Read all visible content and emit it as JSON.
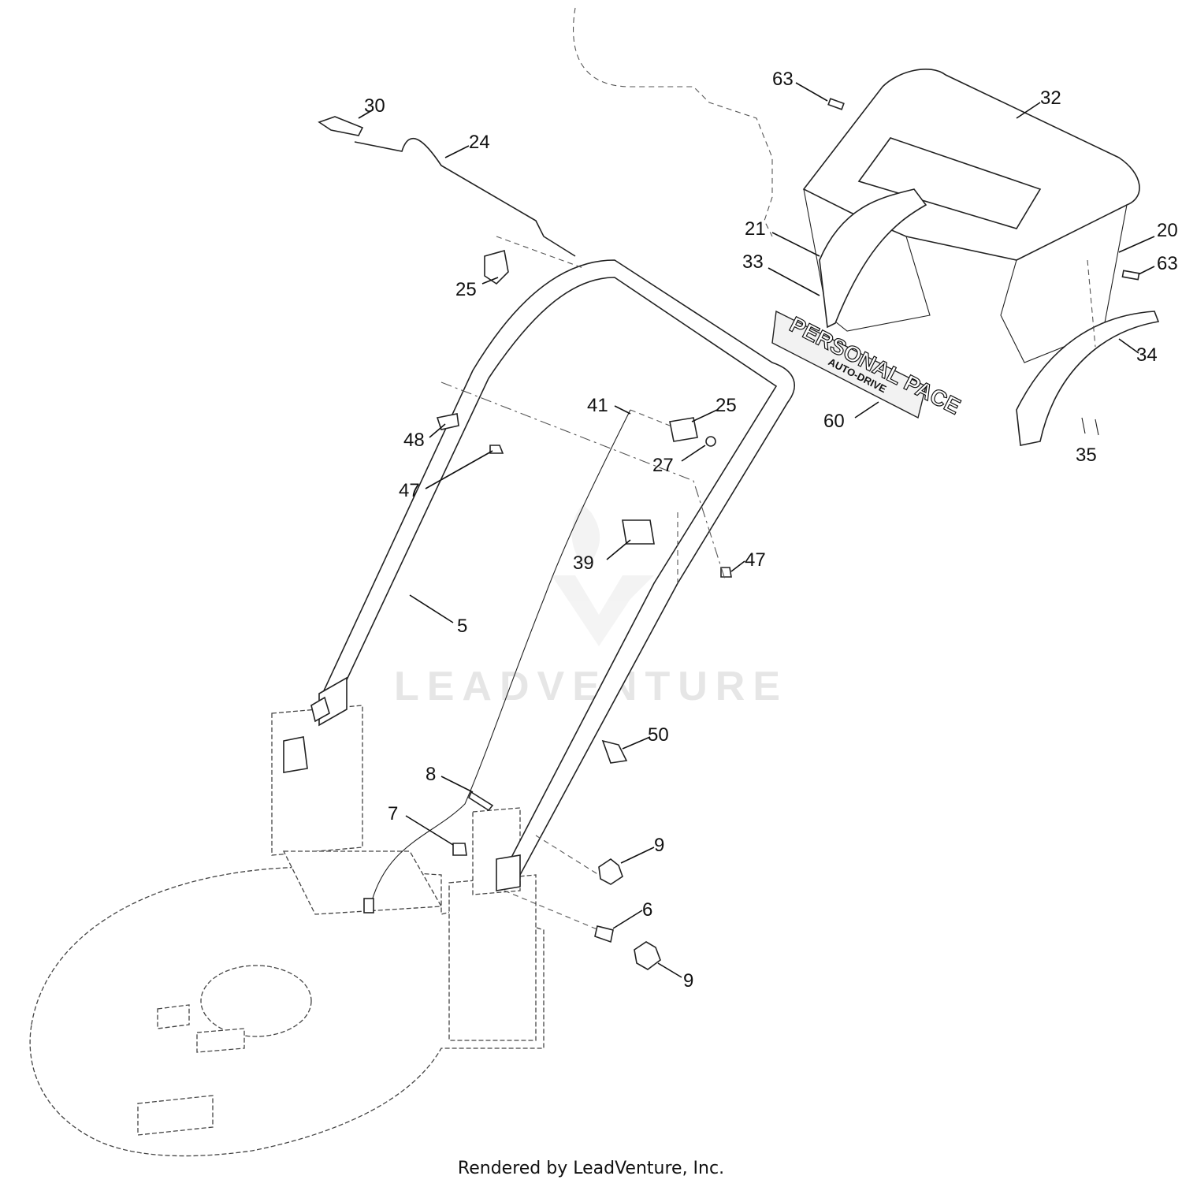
{
  "diagram": {
    "callouts": [
      {
        "id": "c-63a",
        "text": "63"
      },
      {
        "id": "c-32",
        "text": "32"
      },
      {
        "id": "c-30",
        "text": "30"
      },
      {
        "id": "c-24",
        "text": "24"
      },
      {
        "id": "c-21",
        "text": "21"
      },
      {
        "id": "c-20",
        "text": "20"
      },
      {
        "id": "c-33",
        "text": "33"
      },
      {
        "id": "c-63b",
        "text": "63"
      },
      {
        "id": "c-25a",
        "text": "25"
      },
      {
        "id": "c-34",
        "text": "34"
      },
      {
        "id": "c-41",
        "text": "41"
      },
      {
        "id": "c-25b",
        "text": "25"
      },
      {
        "id": "c-60",
        "text": "60"
      },
      {
        "id": "c-48",
        "text": "48"
      },
      {
        "id": "c-27",
        "text": "27"
      },
      {
        "id": "c-35",
        "text": "35"
      },
      {
        "id": "c-47a",
        "text": "47"
      },
      {
        "id": "c-39",
        "text": "39"
      },
      {
        "id": "c-47b",
        "text": "47"
      },
      {
        "id": "c-5",
        "text": "5"
      },
      {
        "id": "c-50",
        "text": "50"
      },
      {
        "id": "c-8",
        "text": "8"
      },
      {
        "id": "c-7",
        "text": "7"
      },
      {
        "id": "c-9a",
        "text": "9"
      },
      {
        "id": "c-6",
        "text": "6"
      },
      {
        "id": "c-9b",
        "text": "9"
      }
    ],
    "decal": {
      "title": "PERSONAL PACE",
      "subtitle": "AUTO-DRIVE"
    },
    "watermark": "LEADVENTURE"
  },
  "footer": {
    "text": "Rendered by LeadVenture, Inc."
  }
}
